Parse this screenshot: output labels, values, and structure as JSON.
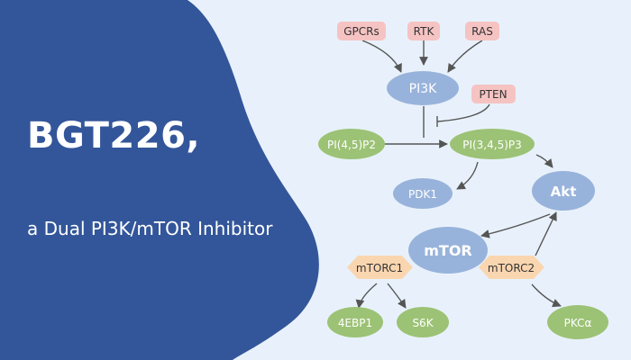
{
  "headline": "BGT226,",
  "subheadline": "a Dual PI3K/mTOR Inhibitor",
  "colors": {
    "panel": "#33569a",
    "background": "#e8f1fb",
    "receptor": "#f6c3c3",
    "kinase": "#98b3db",
    "lipid": "#9cc275",
    "complex": "#fad6b0",
    "arrow": "#555555"
  },
  "nodes": {
    "gpcrs": "GPCRs",
    "rtk": "RTK",
    "ras": "RAS",
    "pi3k": "PI3K",
    "pten": "PTEN",
    "pip2": "PI(4,5)P2",
    "pip3": "PI(3,4,5)P3",
    "pdk1": "PDK1",
    "akt": "Akt",
    "mtor": "mTOR",
    "mtorc1": "mTORC1",
    "mtorc2": "mTORC2",
    "eif4ebp1": "4EBP1",
    "s6k": "S6K",
    "pkca": "PKCα"
  }
}
